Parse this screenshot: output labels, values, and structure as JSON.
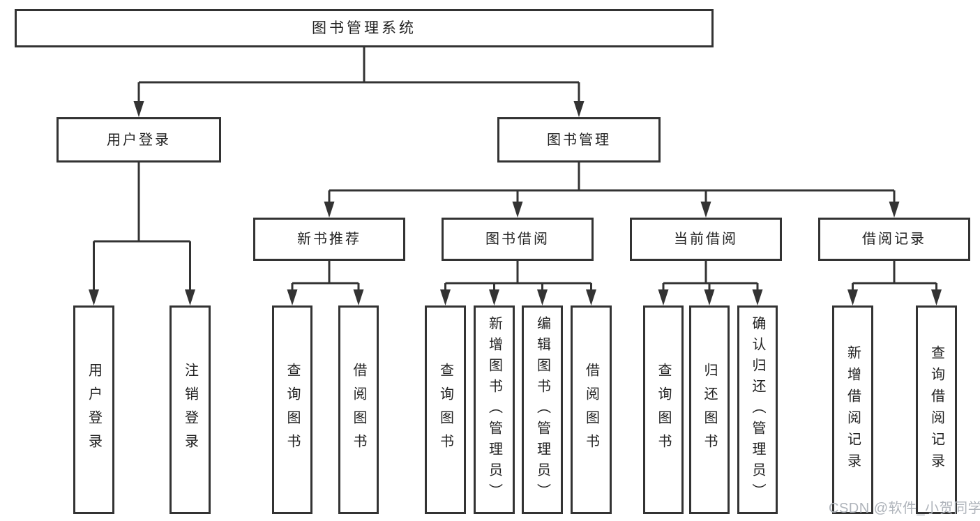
{
  "diagram": {
    "root": {
      "id": "library-management-system",
      "label": "图书管理系统"
    },
    "level2": [
      {
        "id": "user-login",
        "label": "用户登录"
      },
      {
        "id": "book-management",
        "label": "图书管理"
      }
    ],
    "level3": [
      {
        "id": "new-book-recommend",
        "label": "新书推荐"
      },
      {
        "id": "book-borrow",
        "label": "图书借阅"
      },
      {
        "id": "current-borrow",
        "label": "当前借阅"
      },
      {
        "id": "borrow-records",
        "label": "借阅记录"
      }
    ],
    "leaves": [
      {
        "id": "leaf-user-login",
        "label": "用户登录"
      },
      {
        "id": "leaf-logout",
        "label": "注销登录"
      },
      {
        "id": "leaf-query-books-recommend",
        "label": "查询图书"
      },
      {
        "id": "leaf-borrow-books-recommend",
        "label": "借阅图书"
      },
      {
        "id": "leaf-query-books-borrow",
        "label": "查询图书"
      },
      {
        "id": "leaf-add-book-admin",
        "label": "新增图书（管理员）"
      },
      {
        "id": "leaf-edit-book-admin",
        "label": "编辑图书（管理员）"
      },
      {
        "id": "leaf-borrow-books",
        "label": "借阅图书"
      },
      {
        "id": "leaf-query-books-current",
        "label": "查询图书"
      },
      {
        "id": "leaf-return-book",
        "label": "归还图书"
      },
      {
        "id": "leaf-confirm-return-admin",
        "label": "确认归还（管理员）"
      },
      {
        "id": "leaf-add-borrow-record",
        "label": "新增借阅记录"
      },
      {
        "id": "leaf-query-borrow-record",
        "label": "查询借阅记录"
      }
    ]
  },
  "watermark": "CSDN @软件_小贺同学",
  "colors": {
    "line": "#333333",
    "text": "#222222",
    "background": "#ffffff",
    "watermark": "#afb4bb"
  }
}
